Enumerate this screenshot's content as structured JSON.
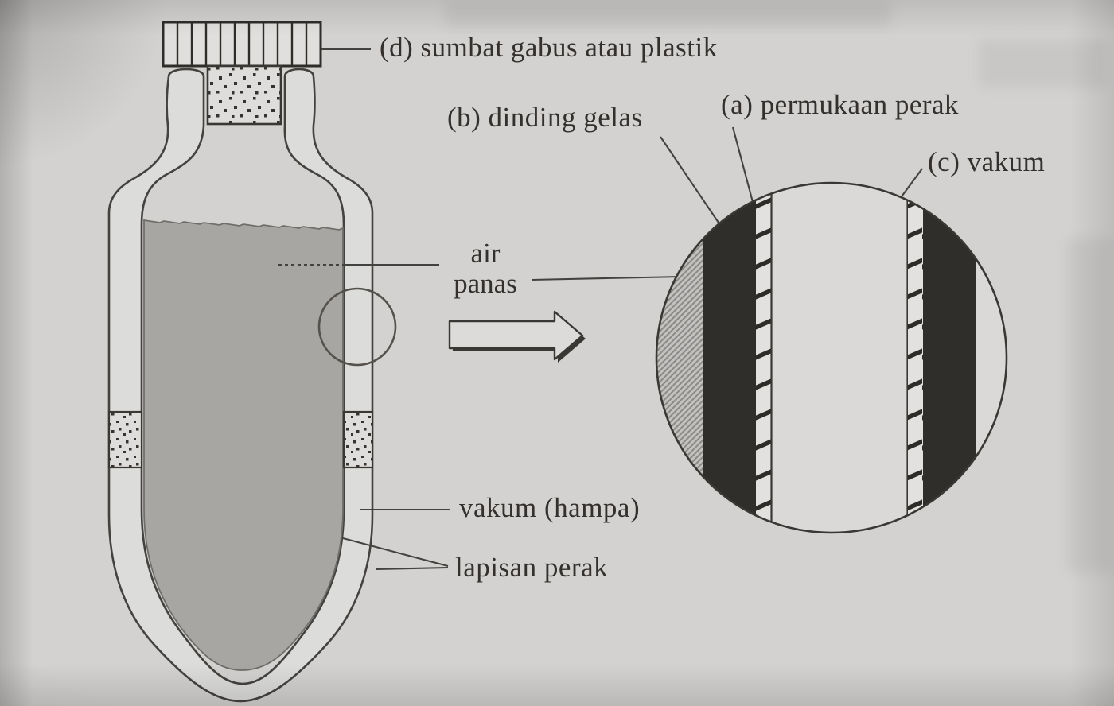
{
  "page": {
    "background_color": "#d3d2d0",
    "ink_color": "#3a3835"
  },
  "diagram": {
    "name": "vacuum-flask-thermos-cross-section",
    "labels": {
      "stopper": "(d) sumbat gabus atau plastik",
      "glass_wall": "(b) dinding gelas",
      "silver_surface": "(a) permukaan perak",
      "vacuum_inset": "(c) vakum",
      "hot_water_line1": "air",
      "hot_water_line2": "panas",
      "vacuum_gap": "vakum (hampa)",
      "silver_layer": "lapisan perak"
    },
    "colors": {
      "hot_water_fill": "#a8a6a3",
      "glass_wall_dark": "#302e2b",
      "paper_inside": "#dcdcda",
      "line_ink": "#44423f"
    }
  }
}
